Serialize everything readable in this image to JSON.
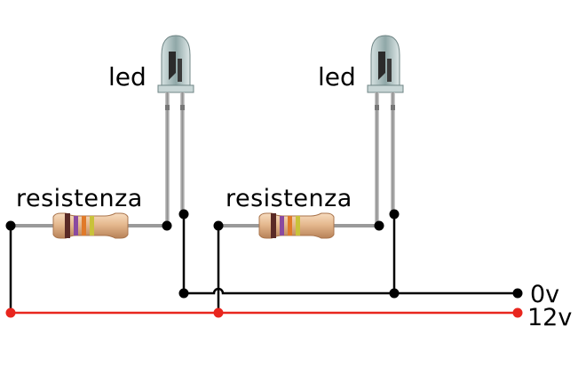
{
  "labels": {
    "led_1": "led",
    "led_2": "led",
    "resistor_1": "resistenza",
    "resistor_2": "resistenza",
    "rail_ground": "0v",
    "rail_supply": "12v"
  },
  "colors": {
    "wire": "#000000",
    "supply_wire": "#e8261e",
    "resistor_body": "#e9c29c",
    "resistor_bands": [
      "#5a2a26",
      "#8a4aa0",
      "#e07a2a",
      "#c9c23a"
    ],
    "lead": "#9a9a9a",
    "led_lens": "#b9c9c8"
  }
}
